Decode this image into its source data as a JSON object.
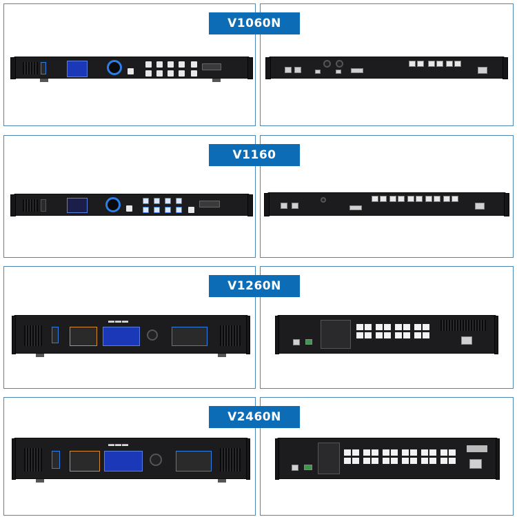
{
  "products": [
    {
      "model": "V1060N"
    },
    {
      "model": "V1160"
    },
    {
      "model": "V1260N"
    },
    {
      "model": "V2460N"
    }
  ],
  "colors": {
    "label_bg": "#0d6cb6",
    "label_text": "#ffffff",
    "panel_border": "#4a86b8",
    "device_body": "#1c1c1e",
    "accent_blue": "#2c7fe6",
    "accent_orange": "#d98a2a"
  }
}
